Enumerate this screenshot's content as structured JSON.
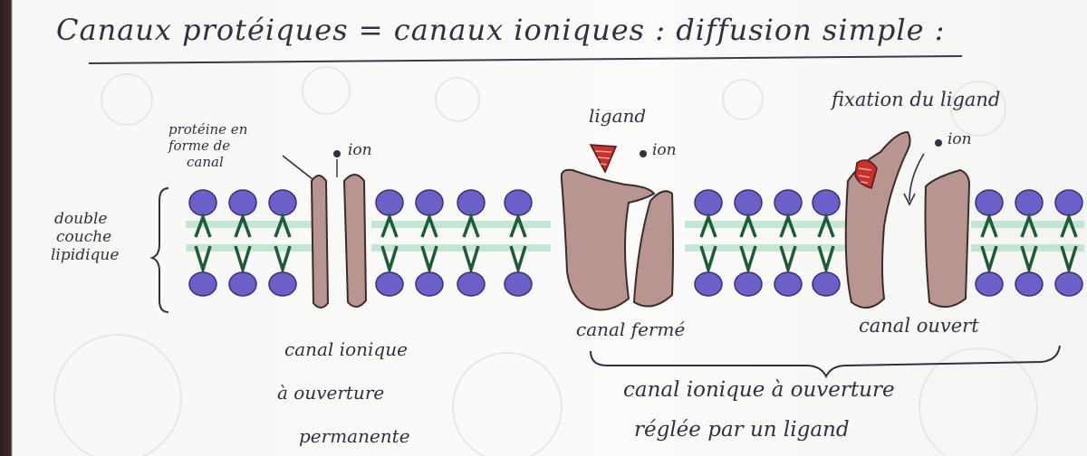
{
  "title": "Canaux protéiques = canaux ioniques : diffusion simple :",
  "labels": {
    "bilayer": [
      "double",
      "couche",
      "lipidique"
    ],
    "protein_channel": [
      "protéine en",
      "forme de",
      "canal"
    ],
    "ion": "ion",
    "ligand": "ligand",
    "ligand_fixation": "fixation du ligand",
    "closed_channel": "canal fermé",
    "open_channel": "canal ouvert",
    "permanent_channel": [
      "canal ionique",
      "à ouverture",
      "permanente"
    ],
    "ligand_gated_channel": [
      "canal ionique à ouverture",
      "réglée par un ligand"
    ]
  },
  "colors": {
    "lipid_head": "#6b5fc8",
    "lipid_tail": "#1d5a35",
    "tail_highlight": "#9ad8b8",
    "protein": "#b89590",
    "ligand": "#c8322c",
    "ink": "#2f3140"
  }
}
